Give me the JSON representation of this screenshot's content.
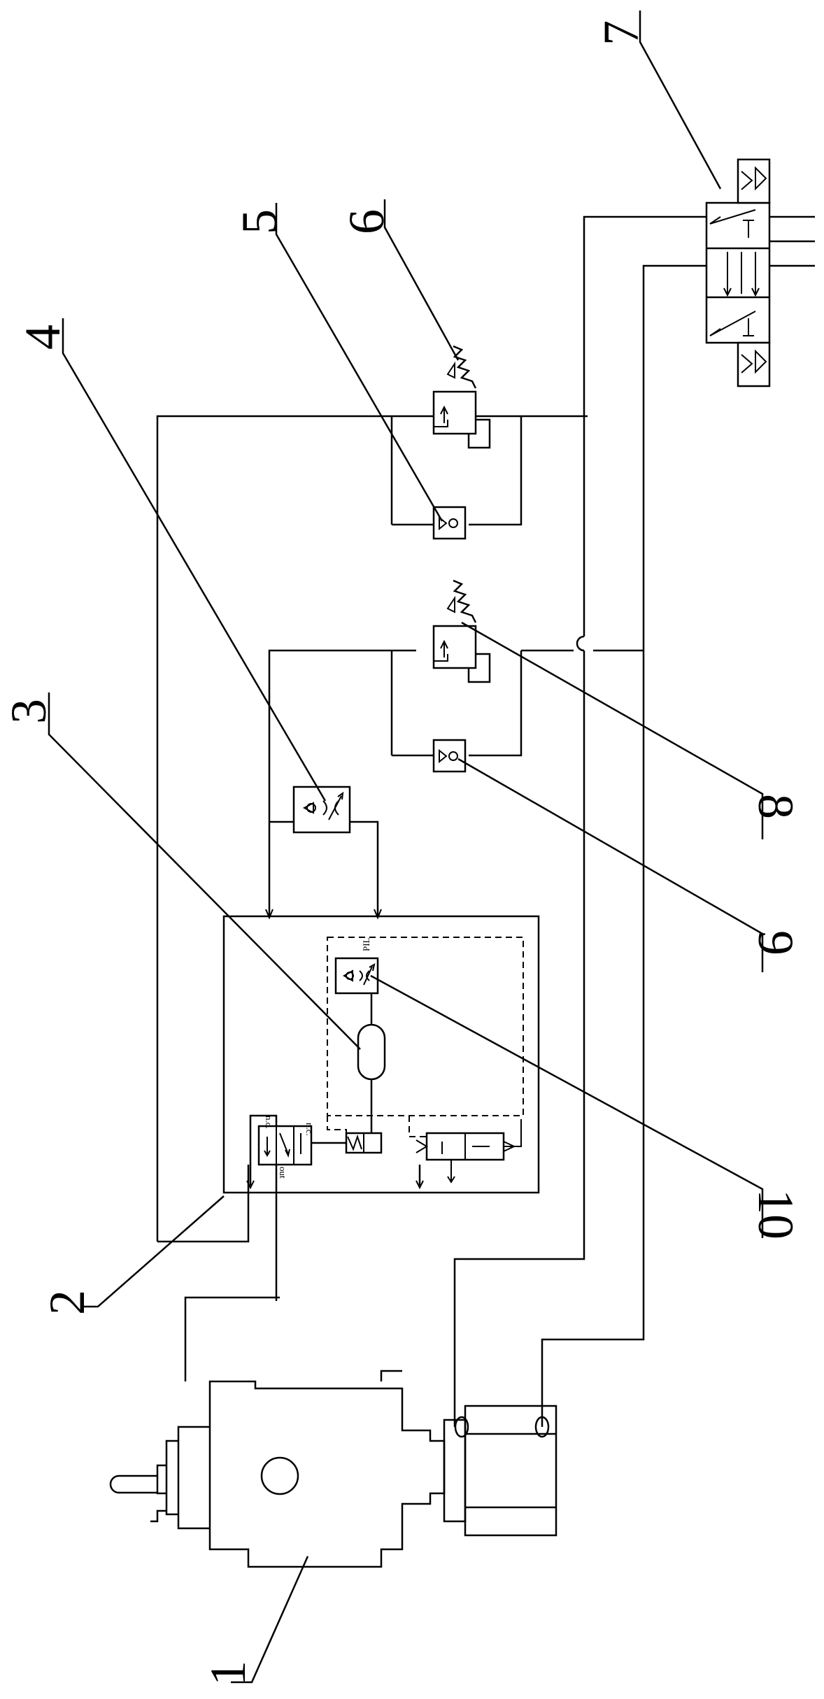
{
  "callouts": [
    {
      "id": "1",
      "label": "1"
    },
    {
      "id": "2",
      "label": "2"
    },
    {
      "id": "3",
      "label": "3"
    },
    {
      "id": "4",
      "label": "4"
    },
    {
      "id": "5",
      "label": "5"
    },
    {
      "id": "6",
      "label": "6"
    },
    {
      "id": "7",
      "label": "7"
    },
    {
      "id": "8",
      "label": "8"
    },
    {
      "id": "9",
      "label": "9"
    },
    {
      "id": "10",
      "label": "10"
    }
  ],
  "port_labels": {
    "nc": "n.c.",
    "nc2": "n.c.",
    "out": "out",
    "pil": "PIL"
  }
}
